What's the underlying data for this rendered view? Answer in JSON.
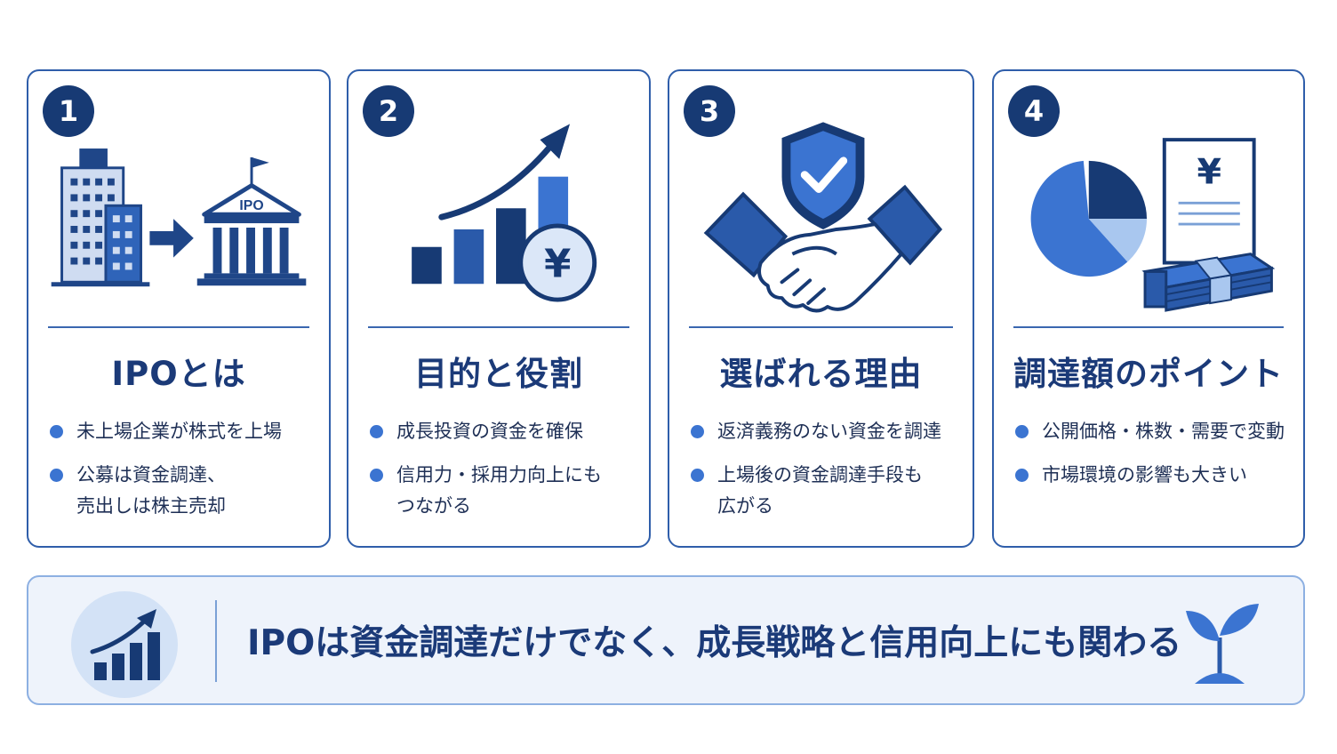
{
  "cards": [
    {
      "number": "1",
      "title": "IPOとは",
      "building_label": "IPO",
      "bullets": [
        "未上場企業が株式を上場",
        "公募は資金調達、\n売出しは株主売却"
      ]
    },
    {
      "number": "2",
      "title": "目的と役割",
      "coin_symbol": "¥",
      "bullets": [
        "成長投資の資金を確保",
        "信用力・採用力向上にも\nつながる"
      ]
    },
    {
      "number": "3",
      "title": "選ばれる理由",
      "bullets": [
        "返済義務のない資金を調達",
        "上場後の資金調達手段も\n広がる"
      ]
    },
    {
      "number": "4",
      "title": "調達額のポイント",
      "document_symbol": "¥",
      "bullets": [
        "公開価格・株数・需要で変動",
        "市場環境の影響も大きい"
      ]
    }
  ],
  "banner": {
    "text": "IPOは資金調達だけでなく、成長戦略と信用向上にも関わる"
  },
  "icons": {
    "card1": "building-to-exchange-icon",
    "card2": "growth-chart-yen-icon",
    "card3": "handshake-shield-icon",
    "card4": "pie-chart-money-icon",
    "banner_left": "growth-chart-icon",
    "banner_right": "sprout-icon"
  },
  "colors": {
    "navy": "#173a74",
    "blue": "#3b74d1",
    "light_blue": "#a9c7ef",
    "border": "#2f5eaa"
  }
}
